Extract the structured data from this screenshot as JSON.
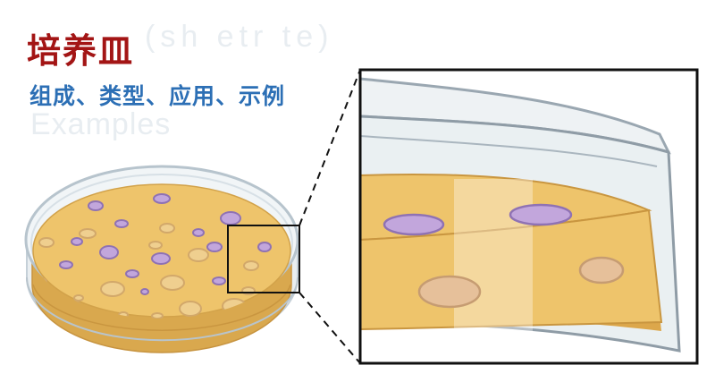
{
  "title": "培养皿",
  "subtitle": "组成、类型、应用、示例",
  "background_text": {
    "line1": "(sh   etr   te)",
    "line2": "Examples"
  },
  "colors": {
    "title": "#a31515",
    "subtitle": "#2c6fb5",
    "agar": "#e9be63",
    "agar_dark": "#d6a646",
    "colony_purple": "#b89ad3",
    "colony_tan": "#e2b98e",
    "dish_glass": "#c9d6df",
    "zoom_border": "#111111"
  },
  "icons": [
    "petri-dish-illustration",
    "zoom-inset",
    "bacterial-colony"
  ]
}
